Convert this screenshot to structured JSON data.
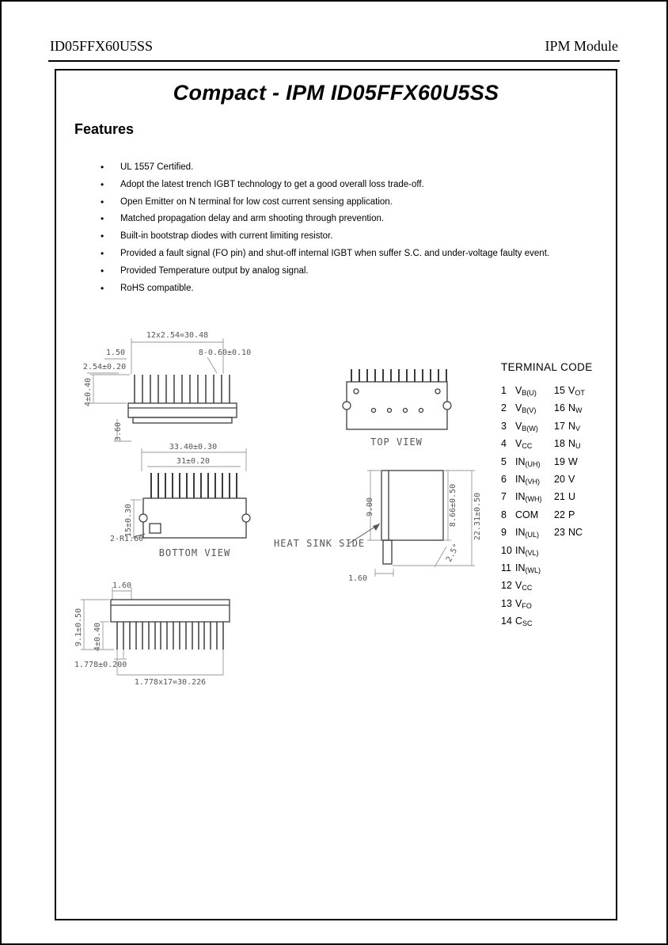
{
  "header": {
    "left": "ID05FFX60U5SS",
    "right": "IPM Module"
  },
  "title": "Compact - IPM ID05FFX60U5SS",
  "features": {
    "heading": "Features",
    "items": [
      "UL 1557 Certified.",
      "Adopt the latest trench IGBT technology to get a good overall loss trade-off.",
      "Open Emitter on N terminal for low cost current sensing application.",
      "Matched propagation delay and arm shooting through prevention.",
      "Built-in bootstrap diodes with current limiting resistor.",
      "Provided a fault signal (FO pin) and shut-off internal IGBT when suffer S.C. and under-voltage faulty event.",
      "Provided Temperature output by analog signal.",
      "RoHS compatible."
    ]
  },
  "drawings": {
    "side_top": {
      "dim_pitch": "12x2.54=30.48",
      "dim_lead": "1.50",
      "dim_pitch2": "2.54±0.20",
      "dim_pin_width": "8-0.60±0.10",
      "dim_pin_len": "4±0.40",
      "dim_body": "3.60"
    },
    "top_view": {
      "label": "TOP VIEW"
    },
    "bottom_view": {
      "label": "BOTTOM VIEW",
      "dim_width_outer": "33.40±0.30",
      "dim_width_inner": "31±0.20",
      "dim_height": "15±0.30",
      "dim_radius": "2-R1.60"
    },
    "heat_sink_side": {
      "label": "HEAT SINK SIDE",
      "dim_depth": "9.00",
      "dim_height_body": "8.66±0.50",
      "dim_height_total": "22.31±0.50",
      "dim_angle": "2.5°",
      "dim_offset": "1.60"
    },
    "side_bottom": {
      "dim_lead": "1.60",
      "dim_height_total": "9.1±0.50",
      "dim_pin_len": "4±0.40",
      "dim_pitch_single": "1.778±0.200",
      "dim_pitch_total": "1.778x17=30.226"
    }
  },
  "terminal_code": {
    "heading": "TERMINAL CODE",
    "left": [
      {
        "num": "1",
        "main": "V",
        "sub": "B(U)"
      },
      {
        "num": "2",
        "main": "V",
        "sub": "B(V)"
      },
      {
        "num": "3",
        "main": "V",
        "sub": "B(W)"
      },
      {
        "num": "4",
        "main": "V",
        "sub": "CC"
      },
      {
        "num": "5",
        "main": "IN",
        "sub": "(UH)"
      },
      {
        "num": "6",
        "main": "IN",
        "sub": "(VH)"
      },
      {
        "num": "7",
        "main": "IN",
        "sub": "(WH)"
      },
      {
        "num": "8",
        "main": "COM",
        "sub": ""
      },
      {
        "num": "9",
        "main": "IN",
        "sub": "(UL)"
      },
      {
        "num": "10",
        "main": "IN",
        "sub": "(VL)"
      },
      {
        "num": "11",
        "main": "IN",
        "sub": "(WL)"
      },
      {
        "num": "12",
        "main": "V",
        "sub": "CC"
      },
      {
        "num": "13",
        "main": "V",
        "sub": "FO"
      },
      {
        "num": "14",
        "main": "C",
        "sub": "SC"
      }
    ],
    "right": [
      {
        "num": "15",
        "main": "V",
        "sub": "OT"
      },
      {
        "num": "16",
        "main": "N",
        "sub": "W"
      },
      {
        "num": "17",
        "main": "N",
        "sub": "V"
      },
      {
        "num": "18",
        "main": "N",
        "sub": "U"
      },
      {
        "num": "19",
        "main": "W",
        "sub": ""
      },
      {
        "num": "20",
        "main": "V",
        "sub": ""
      },
      {
        "num": "21",
        "main": "U",
        "sub": ""
      },
      {
        "num": "22",
        "main": "P",
        "sub": ""
      },
      {
        "num": "23",
        "main": "NC",
        "sub": ""
      }
    ]
  }
}
